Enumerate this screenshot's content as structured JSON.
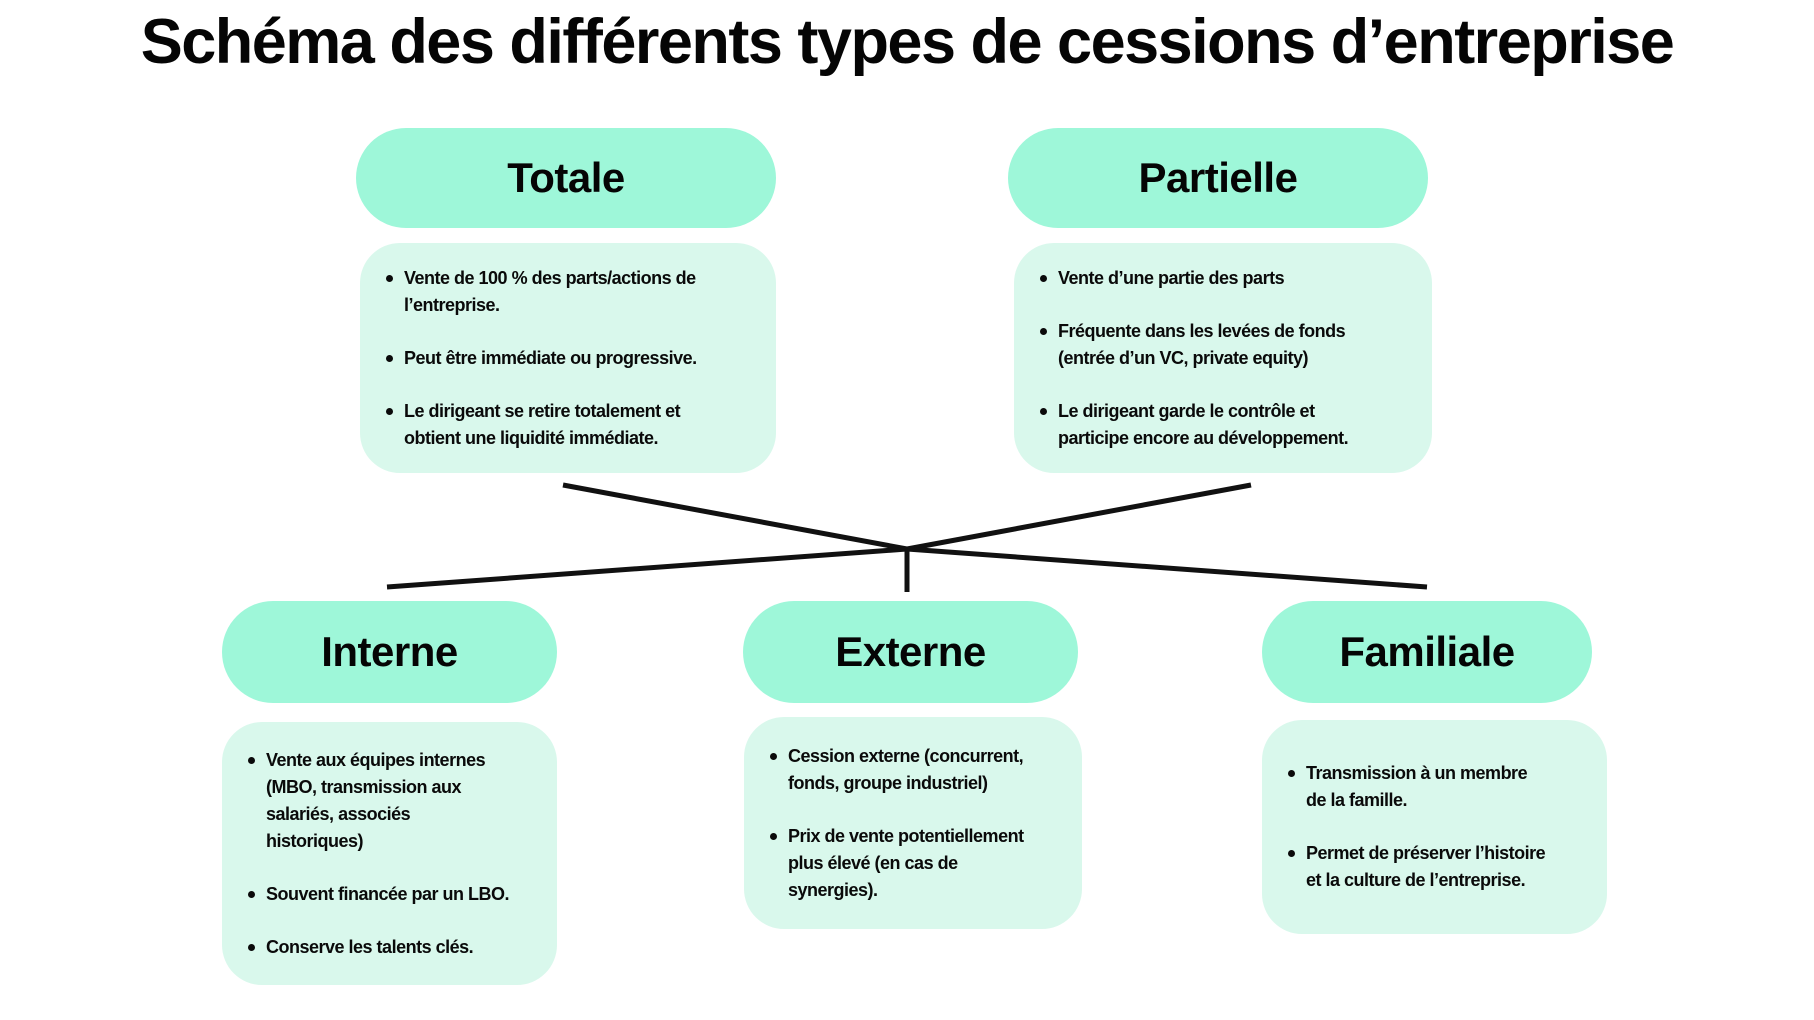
{
  "title": "Schéma des différents types de cessions d’entreprise",
  "colors": {
    "header_pill": "#9ef7d9",
    "content_panel": "#d9f8ec",
    "connector_line": "#111111",
    "text": "#0a0a0a",
    "background": "#ffffff"
  },
  "nodes": [
    {
      "id": "totale",
      "label": "Totale",
      "bullets": [
        "Vente de 100 % des parts/actions de\nl’entreprise.",
        "Peut être immédiate ou progressive.",
        "Le dirigeant se retire totalement et\nobtient une liquidité immédiate."
      ]
    },
    {
      "id": "partielle",
      "label": "Partielle",
      "bullets": [
        "Vente d’une partie des parts",
        "Fréquente dans les levées de fonds\n(entrée d’un VC, private equity)",
        "Le dirigeant garde le contrôle et\nparticipe encore au développement."
      ]
    },
    {
      "id": "interne",
      "label": "Interne",
      "bullets": [
        "Vente aux équipes internes\n(MBO, transmission aux\nsalariés, associés\nhistoriques)",
        "Souvent financée par un LBO.",
        "Conserve les talents clés."
      ]
    },
    {
      "id": "externe",
      "label": "Externe",
      "bullets": [
        "Cession externe (concurrent,\nfonds, groupe industriel)",
        "Prix de vente potentiellement\nplus élevé (en cas de\nsynergies)."
      ]
    },
    {
      "id": "familiale",
      "label": "Familiale",
      "bullets": [
        "Transmission à un membre\nde la famille.",
        "Permet de préserver l’histoire\net la culture de l’entreprise."
      ]
    }
  ]
}
